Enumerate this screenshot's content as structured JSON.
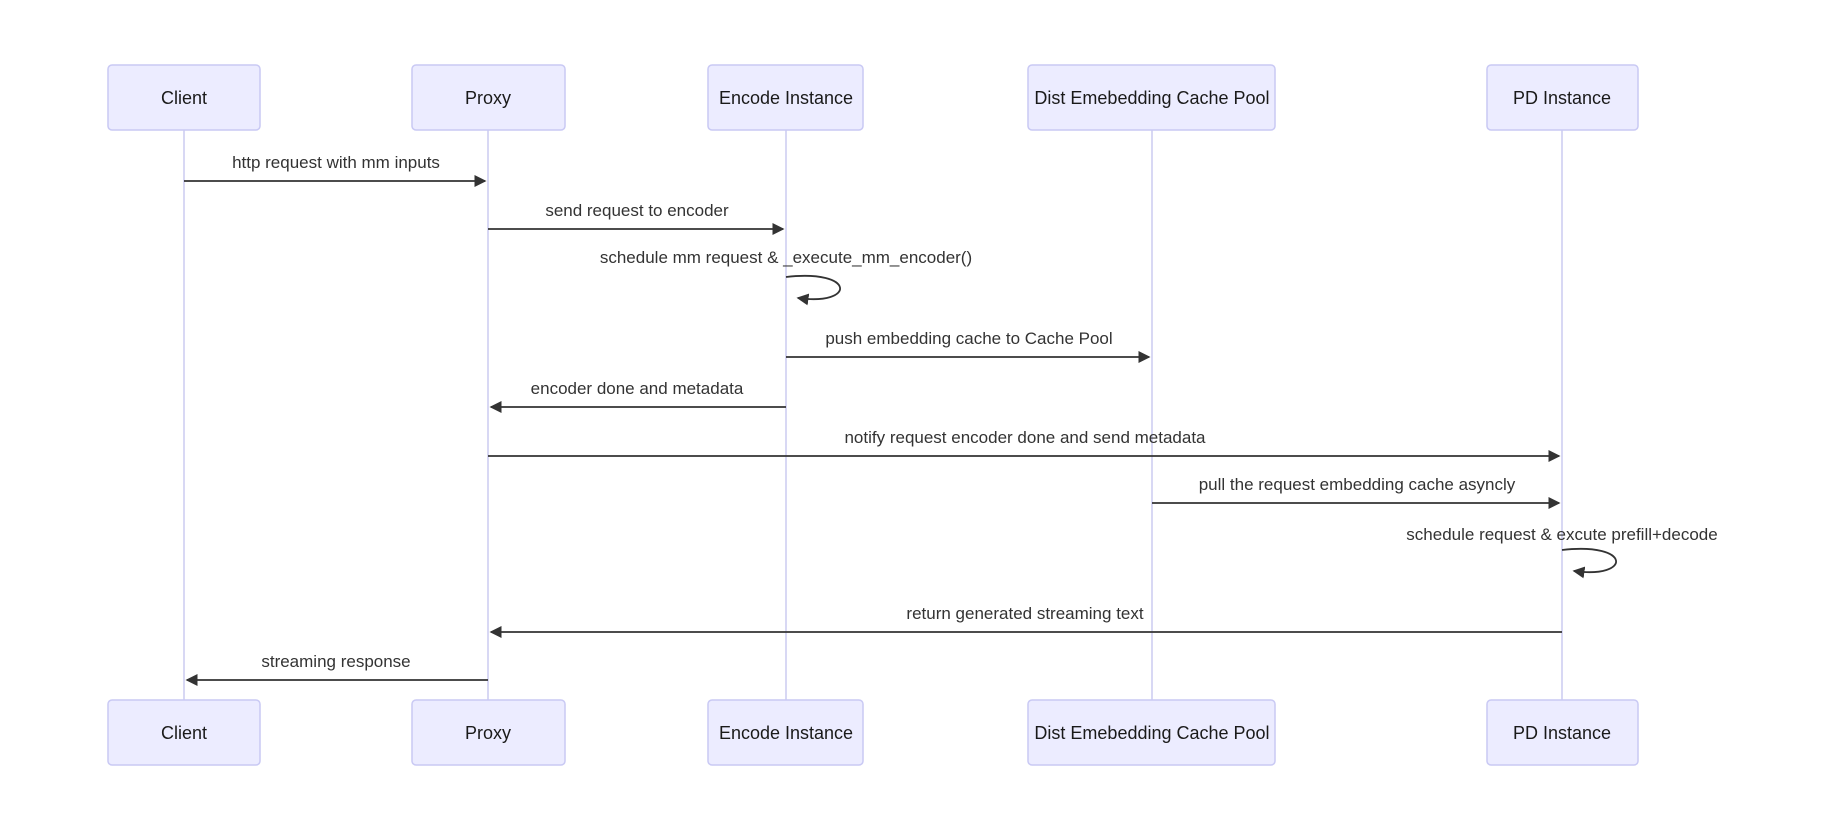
{
  "diagram": {
    "type": "sequence-diagram",
    "participants": [
      {
        "name": "Client"
      },
      {
        "name": "Proxy"
      },
      {
        "name": "Encode Instance"
      },
      {
        "name": "Dist Emebedding Cache Pool"
      },
      {
        "name": "PD Instance"
      }
    ],
    "messages": [
      {
        "from": "Client",
        "to": "Proxy",
        "label": "http request with mm inputs",
        "arrow": "solid-arrow"
      },
      {
        "from": "Proxy",
        "to": "Encode Instance",
        "label": "send request to encoder",
        "arrow": "solid-arrow"
      },
      {
        "from": "Encode Instance",
        "to": "Encode Instance",
        "label": "schedule mm request & _execute_mm_encoder()",
        "arrow": "self-loop"
      },
      {
        "from": "Encode Instance",
        "to": "Dist Emebedding Cache Pool",
        "label": "push embedding cache to Cache Pool",
        "arrow": "solid-arrow"
      },
      {
        "from": "Encode Instance",
        "to": "Proxy",
        "label": "encoder done and metadata",
        "arrow": "solid-arrow"
      },
      {
        "from": "Proxy",
        "to": "PD Instance",
        "label": "notify request encoder done and send metadata",
        "arrow": "solid-arrow"
      },
      {
        "from": "Dist Emebedding Cache Pool",
        "to": "PD Instance",
        "label": "pull the request embedding cache asyncly",
        "arrow": "solid-arrow"
      },
      {
        "from": "PD Instance",
        "to": "PD Instance",
        "label": "schedule request & excute prefill+decode",
        "arrow": "self-loop"
      },
      {
        "from": "PD Instance",
        "to": "Proxy",
        "label": "return generated streaming text",
        "arrow": "solid-arrow"
      },
      {
        "from": "Proxy",
        "to": "Client",
        "label": "streaming response",
        "arrow": "solid-arrow"
      }
    ],
    "colors": {
      "background": "#FFFFFF",
      "actor_fill": "#ECECFF",
      "actor_border": "#C9C9F4",
      "lifeline": "#CCCCF0",
      "message_line": "#333333",
      "message_text": "#333333"
    }
  }
}
